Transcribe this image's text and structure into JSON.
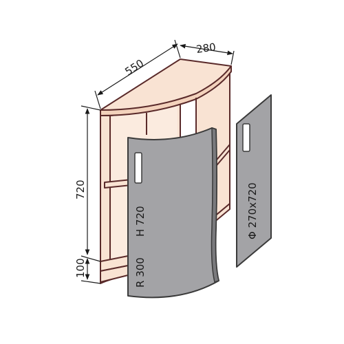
{
  "dimensions": {
    "depth_top": "280",
    "width_top": "550",
    "height_side": "720",
    "plinth_side": "100"
  },
  "door_labels": {
    "curved_height": "H 720",
    "curved_radius": "R 300",
    "flat_door": "Φ 270x720"
  },
  "colors": {
    "carcass_fill": "#f9e3d3",
    "outline": "#5a2a2a",
    "door_fill": "#a3a3a6",
    "door_edge": "#3a3a3a",
    "handle_fill": "#ffffff",
    "dim_line": "#1a1a1a"
  }
}
